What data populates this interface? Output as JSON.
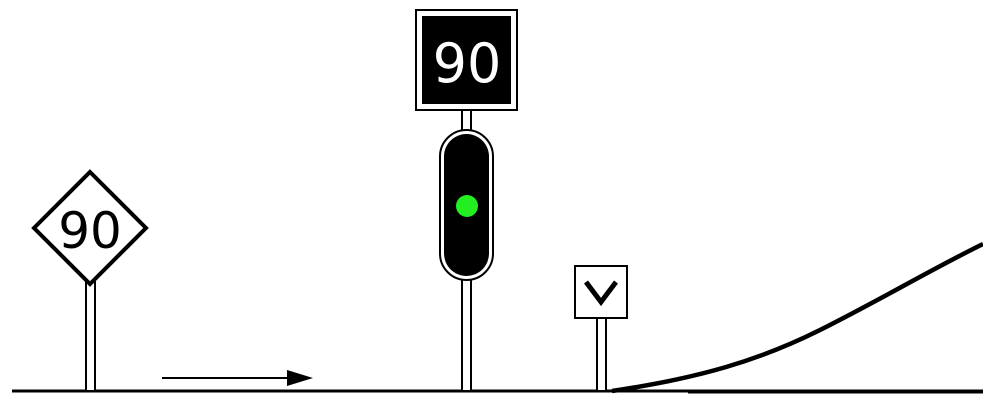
{
  "signs": {
    "advance_speed_board": {
      "text": "90"
    },
    "speed_indicator": {
      "text": "90"
    },
    "divergence_marker": {
      "symbol": "chevron-down"
    }
  },
  "signal": {
    "aspect": "green",
    "lamp_color": "#22ee22"
  },
  "colors": {
    "ink": "#000000",
    "paper": "#ffffff"
  },
  "travel_direction": "right"
}
